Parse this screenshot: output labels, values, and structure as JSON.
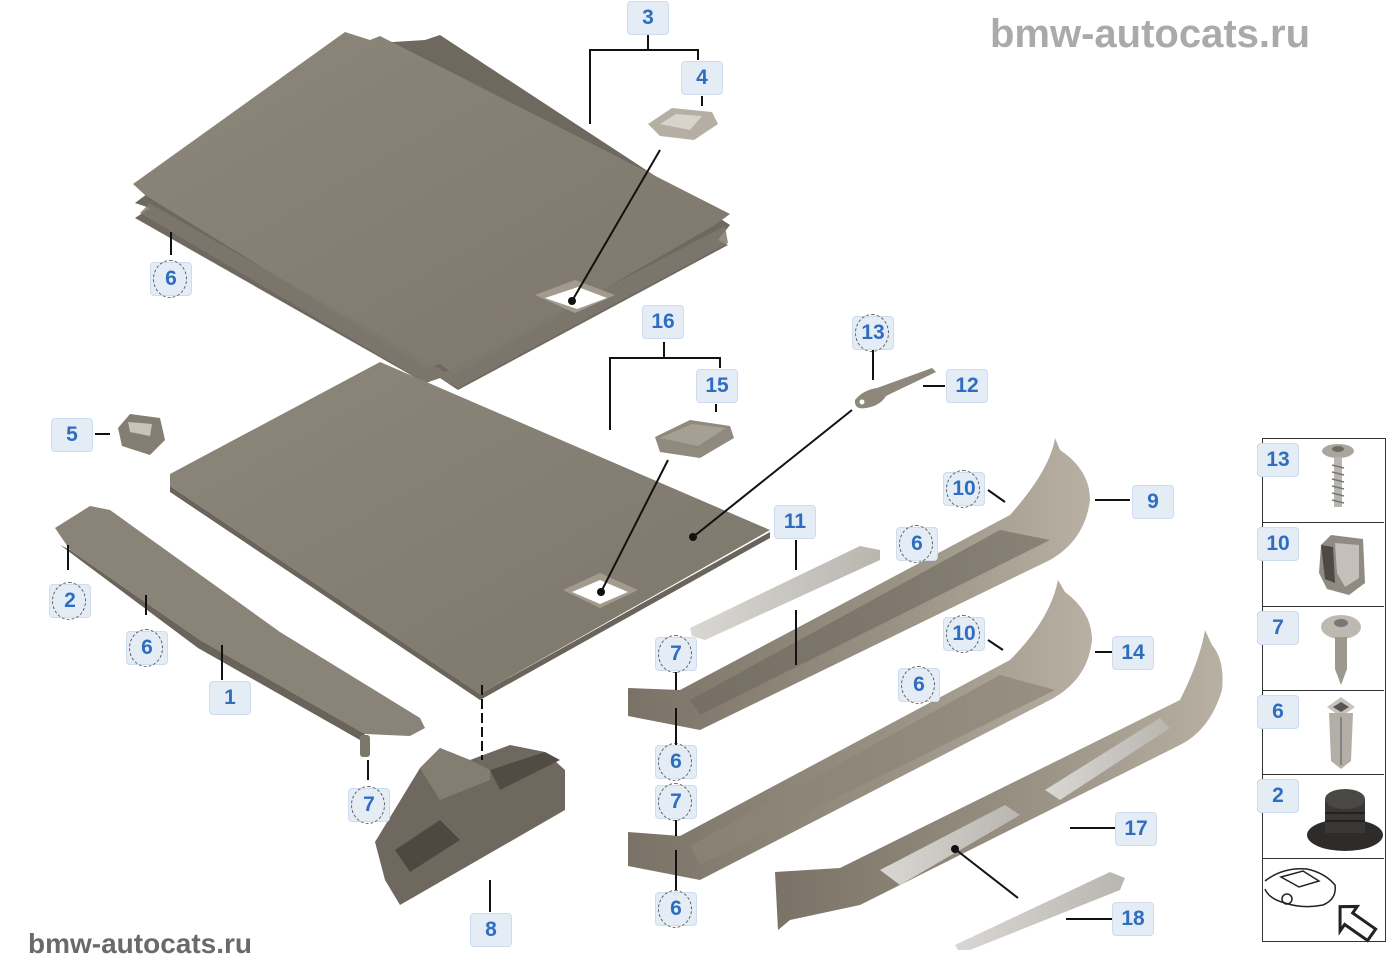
{
  "watermarks": {
    "top_right": "bmw-autocats.ru",
    "bottom_left": "bmw-autocats.ru"
  },
  "colors": {
    "callout_bg": "#e4ecf6",
    "callout_text": "#2f6ebf",
    "part_fill": "#8a8275",
    "part_dark": "#6e675d",
    "trim_light": "#c9c6c0"
  },
  "callouts": {
    "c3": "3",
    "c4": "4",
    "c6a": "6",
    "c16": "16",
    "c15": "15",
    "c13": "13",
    "c12": "12",
    "c5": "5",
    "c2": "2",
    "c6b": "6",
    "c1": "1",
    "c7a": "7",
    "c8": "8",
    "c10a": "10",
    "c9": "9",
    "c11": "11",
    "c6c": "6",
    "c7b": "7",
    "c6d": "6",
    "c10b": "10",
    "c14": "14",
    "c6e": "6",
    "c7c": "7",
    "c6f": "6",
    "c17": "17",
    "c18": "18"
  },
  "legend": {
    "items": [
      {
        "number": "13",
        "icon": "screw-icon"
      },
      {
        "number": "10",
        "icon": "clip-nut-icon"
      },
      {
        "number": "7",
        "icon": "sheet-metal-screw-icon"
      },
      {
        "number": "6",
        "icon": "expanding-nut-icon"
      },
      {
        "number": "2",
        "icon": "rubber-grommet-icon"
      }
    ],
    "footer_icon": "car-rear-view-arrow-icon"
  }
}
